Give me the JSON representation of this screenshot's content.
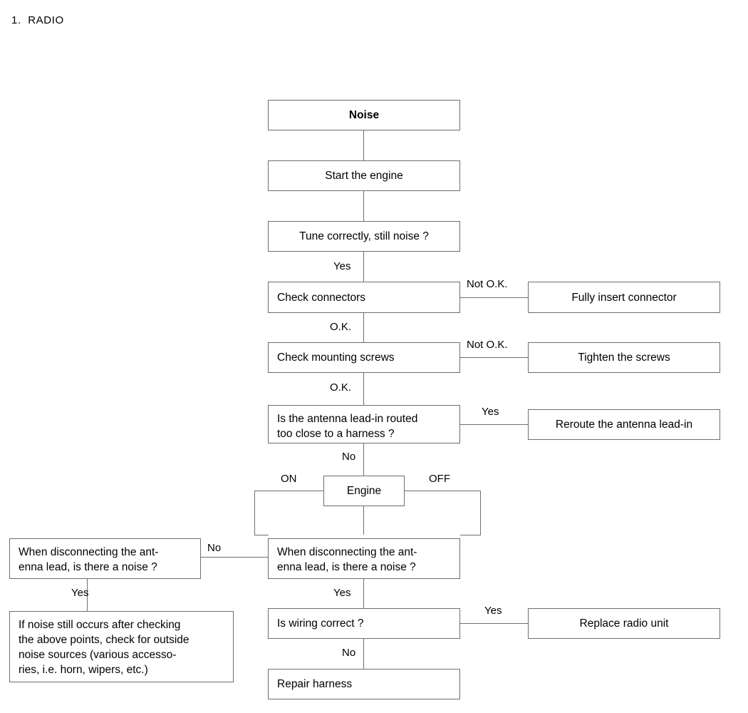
{
  "document": {
    "heading": "1.  RADIO"
  },
  "flowchart": {
    "title": "RADIO noise troubleshooting flowchart",
    "line_color": "#6e6e6e",
    "text_color": "#000000",
    "background": "#ffffff",
    "nodes": [
      {
        "id": "noise",
        "label": "Noise"
      },
      {
        "id": "start-engine",
        "label": "Start the engine"
      },
      {
        "id": "tune-correctly",
        "label": "Tune correctly, still noise ?"
      },
      {
        "id": "check-connectors",
        "label": "Check connectors"
      },
      {
        "id": "fully-insert-connector",
        "label": "Fully insert connector"
      },
      {
        "id": "check-mounting-screws",
        "label": "Check mounting screws"
      },
      {
        "id": "tighten-the-screws",
        "label": "Tighten the screws"
      },
      {
        "id": "antenna-lead-in-routed",
        "label": "Is the antenna lead-in routed\ntoo close to a harness ?"
      },
      {
        "id": "reroute-antenna-lead-in",
        "label": "Reroute the antenna lead-in"
      },
      {
        "id": "engine",
        "label": "Engine"
      },
      {
        "id": "disconnect-left",
        "label": "When disconnecting the ant-\nenna lead, is there a noise ?"
      },
      {
        "id": "disconnect-right",
        "label": "When disconnecting  the ant-\nenna lead, is there a noise ?"
      },
      {
        "id": "outside-noise",
        "label": "If noise still occurs after checking\nthe above points, check for outside\nnoise sources (various accesso-\nries, i.e. horn, wipers, etc.)"
      },
      {
        "id": "is-wiring-correct",
        "label": "Is wiring correct ?"
      },
      {
        "id": "replace-radio-unit",
        "label": "Replace radio unit"
      },
      {
        "id": "repair-harness",
        "label": "Repair harness"
      }
    ],
    "edge_labels": {
      "tune_yes": "Yes",
      "connectors_not_ok": "Not O.K.",
      "connectors_ok": "O.K.",
      "screws_not_ok": "Not O.K.",
      "screws_ok": "O.K.",
      "antenna_yes": "Yes",
      "antenna_no": "No",
      "engine_on": "ON",
      "engine_off": "OFF",
      "disconnect_right_no": "No",
      "disconnect_left_yes": "Yes",
      "disconnect_right_yes": "Yes",
      "wiring_yes": "Yes",
      "wiring_no": "No"
    }
  }
}
